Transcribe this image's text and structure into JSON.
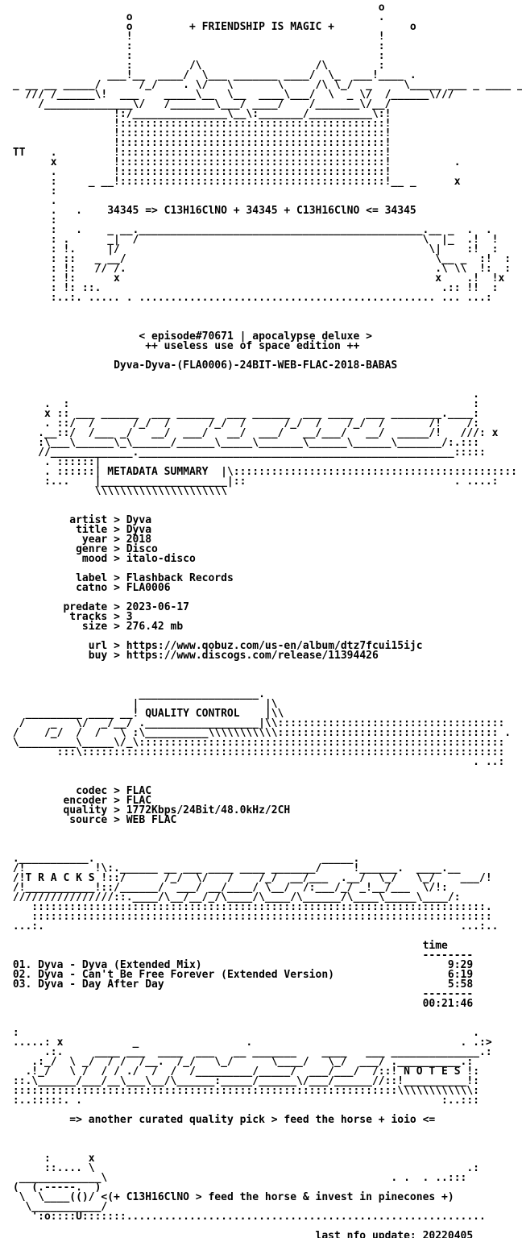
{
  "nfo": {
    "header": {
      "banner": "+ FRIENDSHIP IS MAGIC +",
      "formula_line": "34345 => C13H16ClNO + 34345 + C13H16ClNO <= 34345",
      "episode_line": "< episode#70671 | apocalypse deluxe >",
      "edition_line": "++ useless use of space edition ++",
      "release_name": "Dyva-Dyva-(FLA0006)-24BIT-WEB-FLAC-2018-BABAS"
    },
    "metadata": {
      "section_title": "METADATA SUMMARY",
      "fields": [
        {
          "key": "artist",
          "value": "Dyva"
        },
        {
          "key": "title",
          "value": "Dyva"
        },
        {
          "key": "year",
          "value": "2018"
        },
        {
          "key": "genre",
          "value": "Disco"
        },
        {
          "key": "mood",
          "value": "italo-disco"
        },
        {
          "key": "label",
          "value": "Flashback Records"
        },
        {
          "key": "catno",
          "value": "FLA0006"
        },
        {
          "key": "predate",
          "value": "2023-06-17"
        },
        {
          "key": "tracks",
          "value": "3"
        },
        {
          "key": "size",
          "value": "276.42 mb"
        },
        {
          "key": "url",
          "value": "https://www.qobuz.com/us-en/album/dtz7fcui15ijc"
        },
        {
          "key": "buy",
          "value": "https://www.discogs.com/release/11394426"
        }
      ]
    },
    "quality": {
      "section_title": "QUALITY CONTROL",
      "fields": [
        {
          "key": "codec",
          "value": "FLAC"
        },
        {
          "key": "encoder",
          "value": "FLAC"
        },
        {
          "key": "quality",
          "value": "1772Kbps/24Bit/48.0kHz/2CH"
        },
        {
          "key": "source",
          "value": "WEB FLAC"
        }
      ]
    },
    "tracks": {
      "section_title": "T R A C K S",
      "time_header": "time",
      "items": [
        {
          "num": "01.",
          "title": "Dyva - Dyva (Extended Mix)",
          "time": "9:29"
        },
        {
          "num": "02.",
          "title": "Dyva - Can't Be Free Forever (Extended Version)",
          "time": "6:19"
        },
        {
          "num": "03.",
          "title": "Dyva - Day After Day",
          "time": "5:58"
        }
      ],
      "total": "00:21:46"
    },
    "notes": {
      "section_title": "N O T E S",
      "text": "=> another curated quality pick > feed the horse + ioio <="
    },
    "footer": {
      "slogan": "<(+ C13H16ClNO > feed the horse & invest in pinecones +)",
      "last_update": "last nfo update: 20220405"
    }
  }
}
